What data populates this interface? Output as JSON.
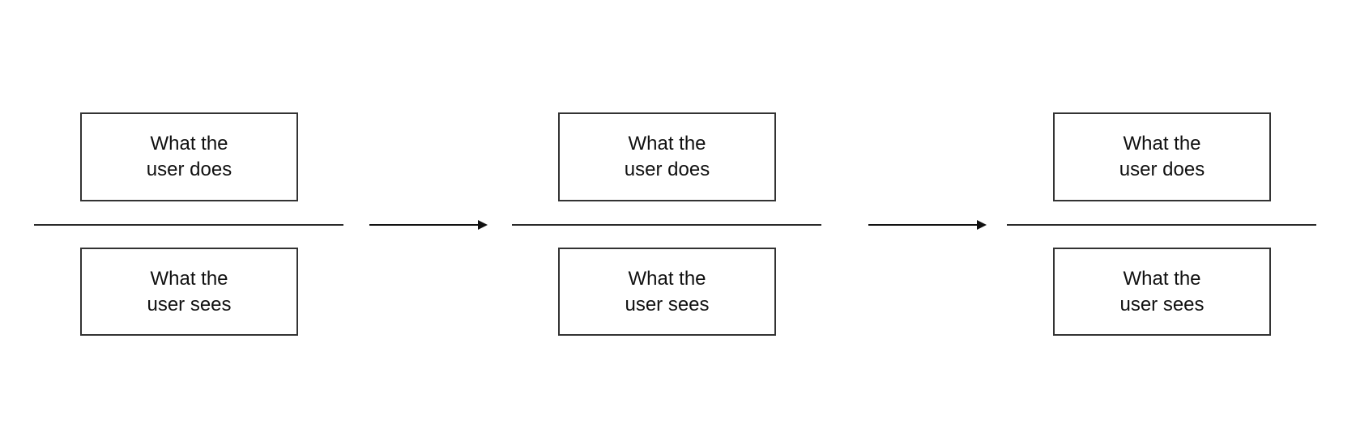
{
  "stages": [
    {
      "does": {
        "line1": "What the",
        "line2": "user does"
      },
      "sees": {
        "line1": "What the",
        "line2": "user sees"
      }
    },
    {
      "does": {
        "line1": "What the",
        "line2": "user does"
      },
      "sees": {
        "line1": "What the",
        "line2": "user sees"
      }
    },
    {
      "does": {
        "line1": "What the",
        "line2": "user does"
      },
      "sees": {
        "line1": "What the",
        "line2": "user sees"
      }
    }
  ]
}
